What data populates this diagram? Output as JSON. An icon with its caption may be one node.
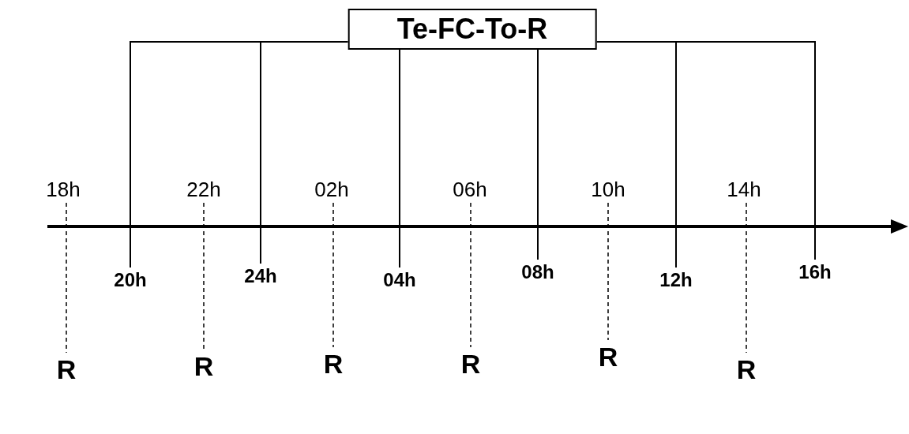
{
  "diagram": {
    "nodes": [
      {
        "text": [
          "Te-FC-To-R"
        ]
      },
      {
        "text": [
          "18h"
        ]
      },
      {
        "text": [
          "22h"
        ]
      },
      {
        "text": [
          "02h"
        ]
      },
      {
        "text": [
          "06h"
        ]
      },
      {
        "text": [
          "10h"
        ]
      },
      {
        "text": [
          "14h"
        ]
      },
      {
        "text": [
          "20h"
        ]
      },
      {
        "text": [
          "24h"
        ]
      },
      {
        "text": [
          "04h"
        ]
      },
      {
        "text": [
          "08h"
        ]
      },
      {
        "text": [
          "12h"
        ]
      },
      {
        "text": [
          "16h"
        ]
      },
      {
        "text": [
          "R"
        ]
      },
      {
        "text": [
          "R"
        ]
      },
      {
        "text": [
          "R"
        ]
      },
      {
        "text": [
          "R"
        ]
      },
      {
        "text": [
          "R"
        ]
      },
      {
        "text": [
          "R"
        ]
      }
    ],
    "edges": [
      {
        "from": 0,
        "to": 7,
        "arrow": "none"
      },
      {
        "from": 0,
        "to": 8,
        "arrow": "none"
      },
      {
        "from": 0,
        "to": 9,
        "arrow": "none"
      },
      {
        "from": 0,
        "to": 10,
        "arrow": "none"
      },
      {
        "from": 0,
        "to": 11,
        "arrow": "none"
      },
      {
        "from": 0,
        "to": 12,
        "arrow": "none"
      },
      {
        "from": 1,
        "to": 13,
        "arrow": "none",
        "style": "dashed"
      },
      {
        "from": 2,
        "to": 14,
        "arrow": "none",
        "style": "dashed"
      },
      {
        "from": 3,
        "to": 15,
        "arrow": "none",
        "style": "dashed"
      },
      {
        "from": 4,
        "to": 16,
        "arrow": "none",
        "style": "dashed"
      },
      {
        "from": 5,
        "to": 17,
        "arrow": "none",
        "style": "dashed"
      },
      {
        "from": 6,
        "to": 18,
        "arrow": "none",
        "style": "dashed"
      }
    ]
  }
}
